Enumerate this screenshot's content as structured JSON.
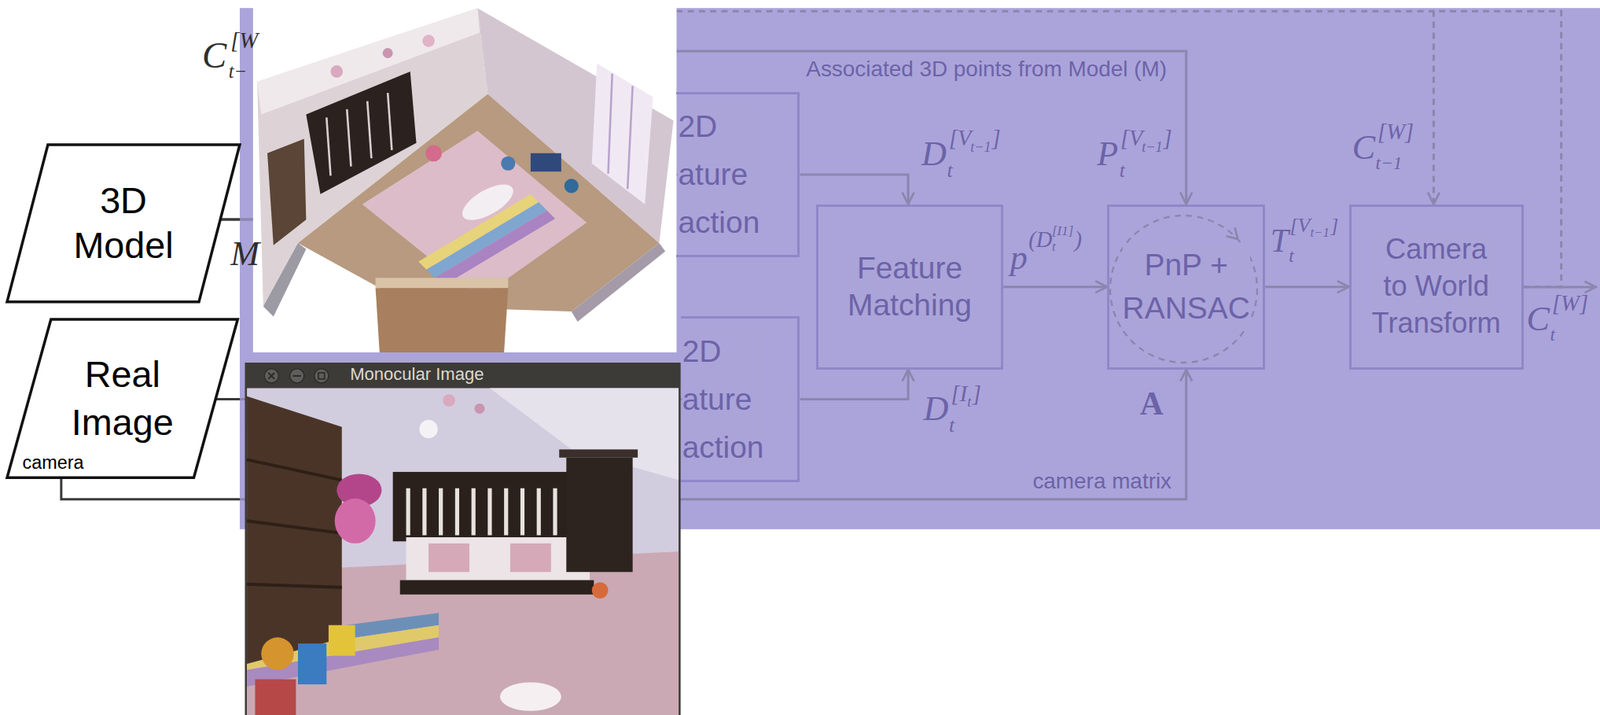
{
  "diagram": {
    "nodes": [
      {
        "text": [
          "3D Model"
        ]
      },
      {
        "text": [
          "Real Image",
          "camera"
        ]
      },
      {
        "text": [
          "2D ature action"
        ]
      },
      {
        "text": [
          "2D ature action"
        ]
      },
      {
        "text": [
          "Feature Matching"
        ]
      },
      {
        "text": [
          "PnP + RANSAC"
        ]
      },
      {
        "text": [
          "Camera to World Transform"
        ]
      }
    ],
    "edges": [
      {
        "from": 0,
        "to": 2,
        "arrow": "to"
      },
      {
        "from": 1,
        "to": 3,
        "arrow": "to"
      },
      {
        "from": 2,
        "to": 4,
        "arrow": "to"
      },
      {
        "from": 3,
        "to": 4,
        "arrow": "to"
      },
      {
        "from": 4,
        "to": 5,
        "arrow": "to"
      },
      {
        "from": 5,
        "to": 6,
        "arrow": "to"
      },
      {
        "from": 0,
        "to": 5,
        "label": "Associated 3D points from Model (M)",
        "arrow": "to"
      },
      {
        "from": 1,
        "to": 5,
        "label": "camera matrix",
        "arrow": "to"
      },
      {
        "from": 6,
        "to": 6,
        "arrow": "to"
      }
    ],
    "labels": [
      "C",
      "t−",
      "[W",
      "M",
      "Monocular Image",
      "D",
      "t",
      "[V",
      "t−1",
      "]",
      "P",
      "t",
      "[V",
      "t−1",
      "]",
      "C",
      "t−1",
      "[W]",
      "p",
      "(D",
      "t",
      "[I1]",
      ")",
      "T",
      "t",
      "[V",
      "t−1",
      "]",
      "C",
      "t",
      "[W]",
      "D",
      "t",
      "[I",
      "t",
      "]",
      "A"
    ]
  }
}
